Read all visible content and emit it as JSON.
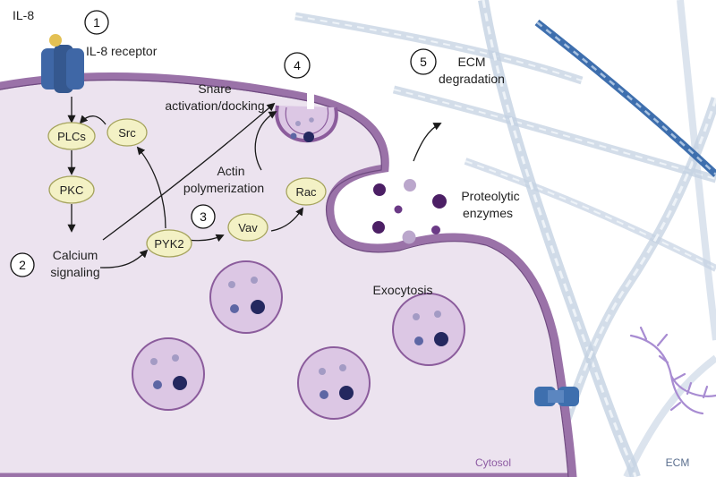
{
  "colors": {
    "cell_fill": "#ece3ef",
    "membrane": "#9a72a8",
    "membrane_dark": "#6f4a80",
    "vesicle_fill": "#dcc7e4",
    "vesicle_stroke": "#8b5c9c",
    "granule_light": "#a39bc4",
    "granule_mid": "#5d66a4",
    "granule_dark": "#24285f",
    "node_fill": "#f3f1c5",
    "node_stroke": "#a6a45e",
    "receptor": "#3f67a6",
    "ligand": "#e3c053",
    "enzyme_dark": "#4c1f65",
    "enzyme_light": "#bba7cc",
    "fiber_light": "#c4d2e2",
    "fiber_dark": "#3e6fae",
    "fiber_pink": "#c7498a",
    "branch": "#a88cd2",
    "arrow": "#1a1a1a"
  },
  "steps": [
    "1",
    "2",
    "3",
    "4",
    "5"
  ],
  "labels": {
    "il8": "IL-8",
    "il8_receptor": "IL-8 receptor",
    "calcium_1": "Calcium",
    "calcium_2": "signaling",
    "snare_1": "Snare",
    "snare_2": "activation/docking",
    "actin_1": "Actin",
    "actin_2": "polymerization",
    "ecm_deg_1": "ECM",
    "ecm_deg_2": "degradation",
    "proteolytic_1": "Proteolytic",
    "proteolytic_2": "enzymes",
    "exocytosis": "Exocytosis",
    "cytosol": "Cytosol",
    "ecm": "ECM"
  },
  "nodes": {
    "plcs": "PLCs",
    "pkc": "PKC",
    "src": "Src",
    "pyk2": "PYK2",
    "vav": "Vav",
    "rac": "Rac"
  },
  "icons": [
    "il8-ligand-icon",
    "il8-receptor-icon",
    "membrane-channel-icon",
    "ecm-branch-icon",
    "granule-vesicle-icon"
  ]
}
